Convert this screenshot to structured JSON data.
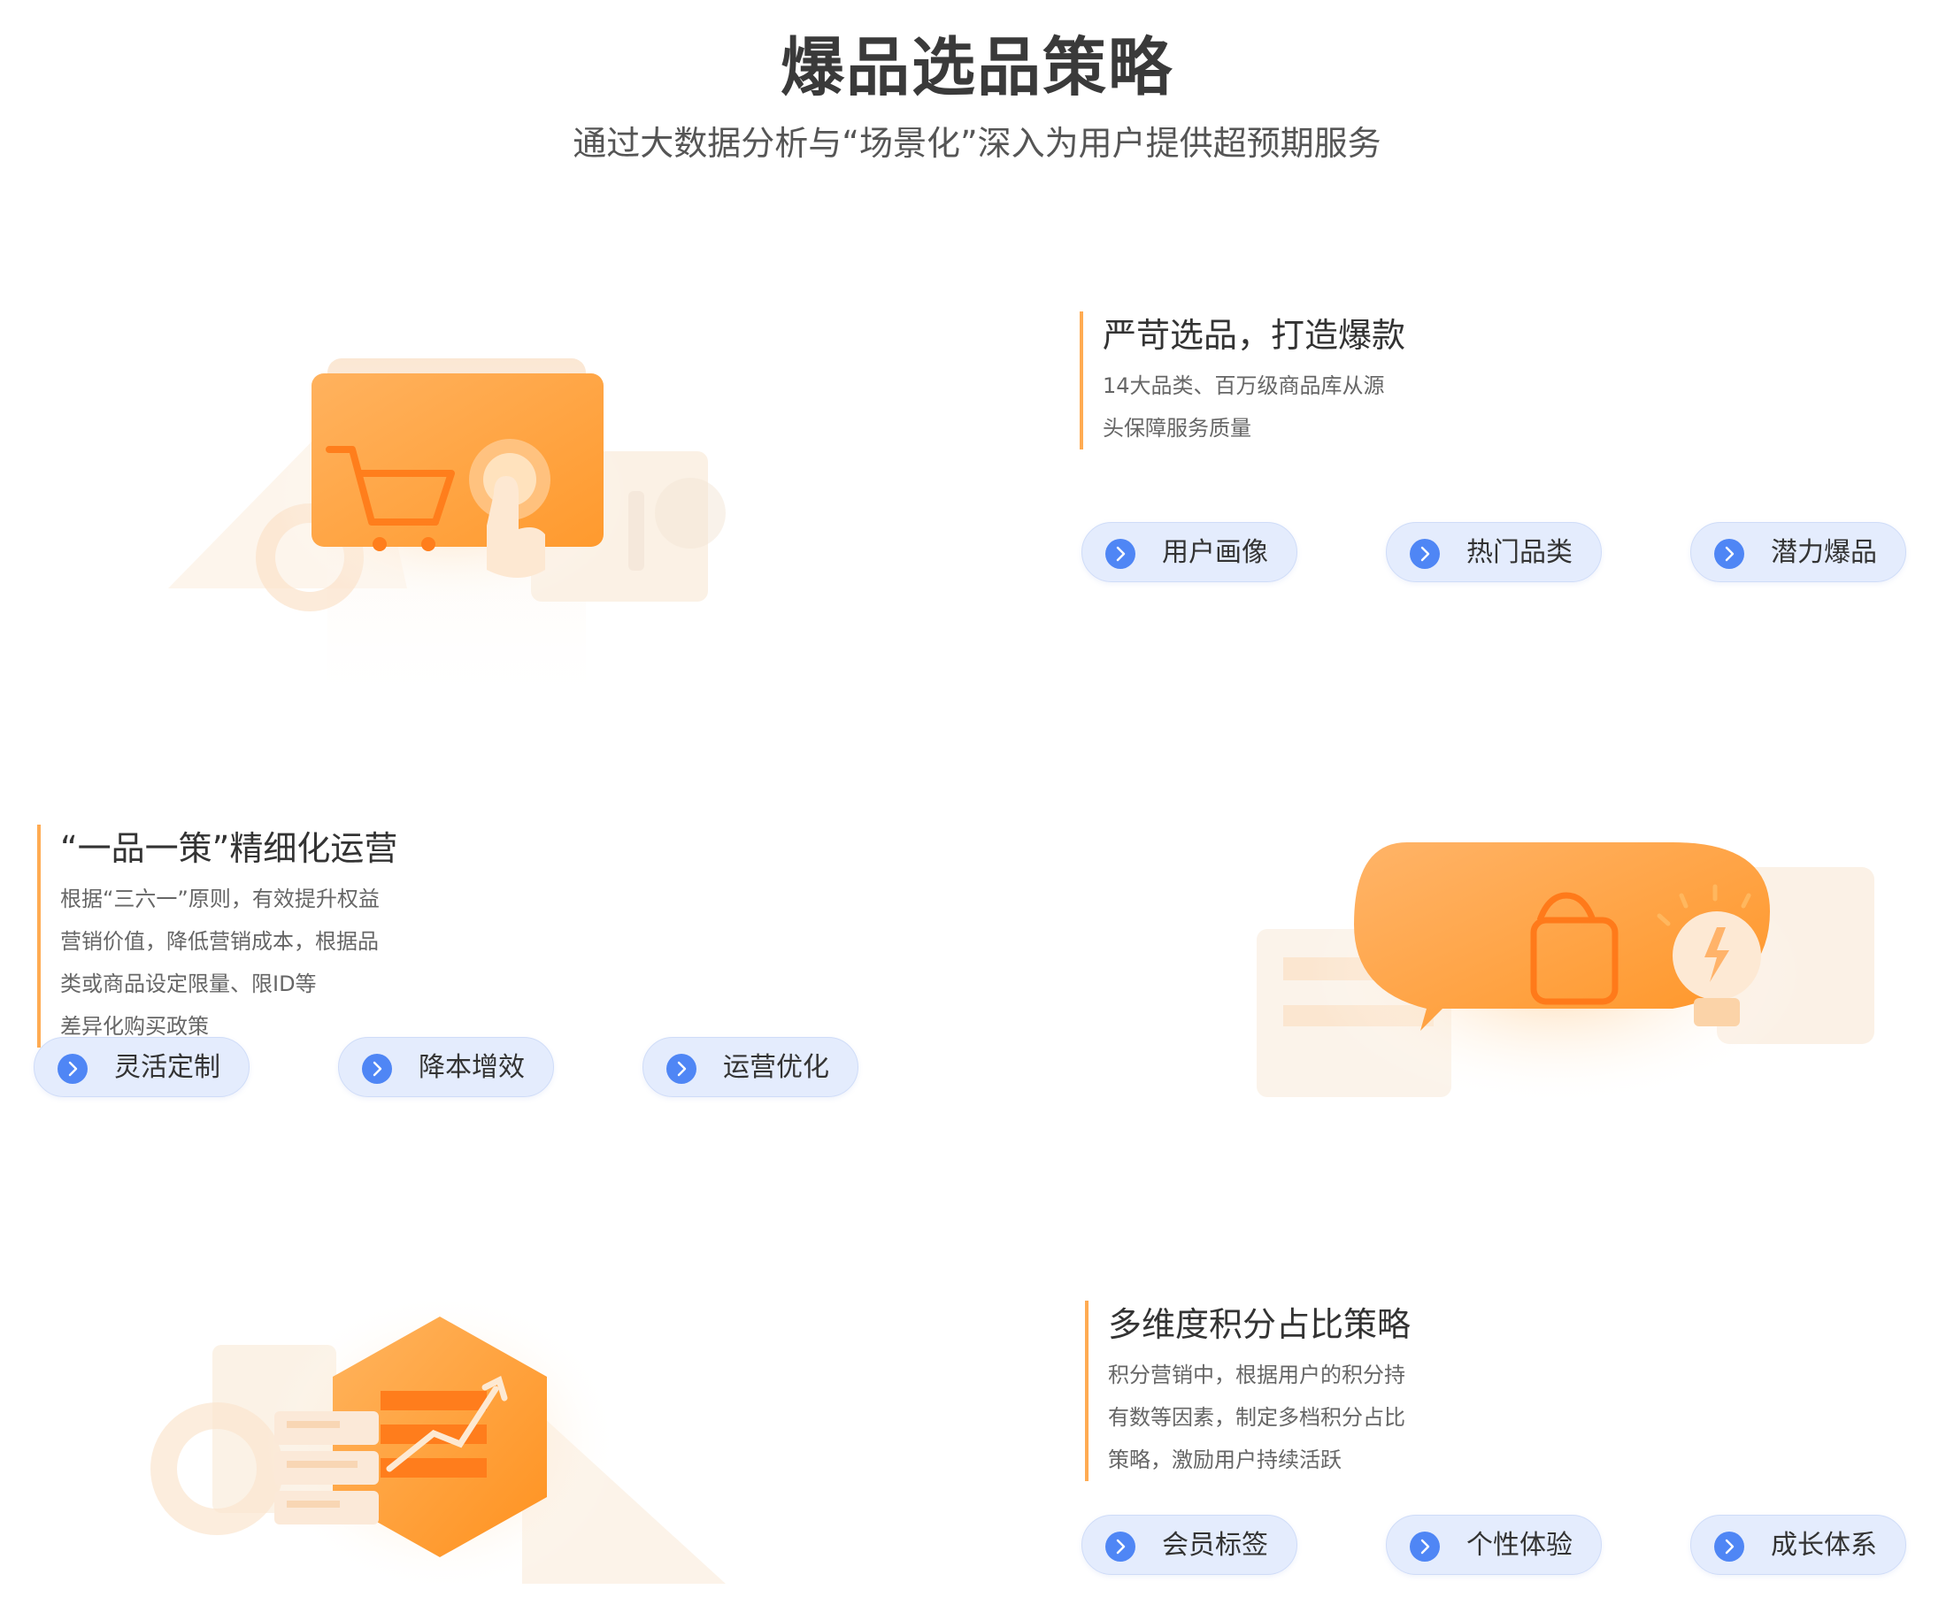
{
  "header": {
    "title": "爆品选品策略",
    "subtitle": "通过大数据分析与“场景化”深入为用户提供超预期服务"
  },
  "sections": [
    {
      "title": "严苛选品，打造爆款",
      "desc": "14大品类、百万级商品库从源头保障服务质量",
      "tags": [
        "用户画像",
        "热门品类",
        "潜力爆品"
      ]
    },
    {
      "title": "“一品一策”精细化运营",
      "desc_line1": "根据“三六一”原则，有效提升权益营销价值，降低营销成本，根据品类或商品设定限量、限ID等",
      "desc_line2": "差异化购买政策",
      "tags": [
        "灵活定制",
        "降本增效",
        "运营优化"
      ]
    },
    {
      "title": "多维度积分占比策略",
      "desc": "积分营销中，根据用户的积分持有数等因素，制定多档积分占比策略，激励用户持续活跃",
      "tags": [
        "会员标签",
        "个性体验",
        "成长体系"
      ]
    }
  ],
  "colors": {
    "accent_orange": "#ffab52",
    "pill_bg": "#e4ecfd",
    "pill_icon": "#4f86f5"
  },
  "icons": {
    "illustration_1": "shopping-cart-card-illustration",
    "illustration_2": "shopping-bag-lightbulb-bubble-illustration",
    "illustration_3": "hexagon-growth-chart-illustration",
    "tag_icon": "chevron-right-circle-icon"
  }
}
